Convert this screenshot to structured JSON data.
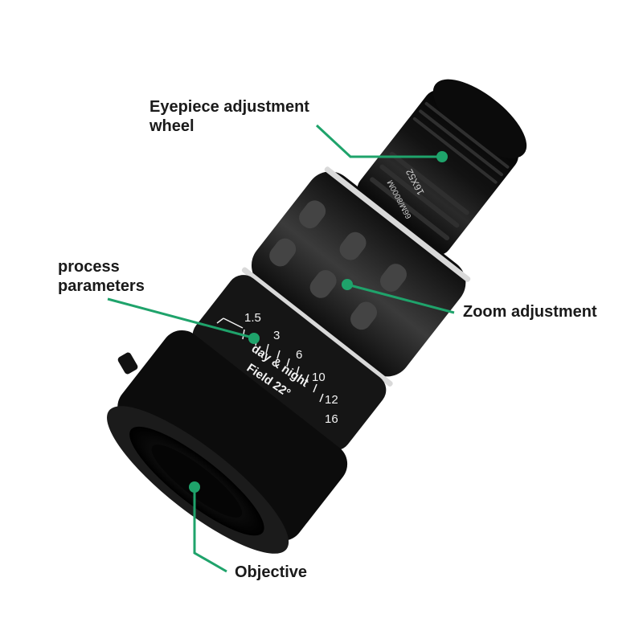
{
  "labels": {
    "eyepiece": [
      "Eyepiece adjustment",
      "wheel"
    ],
    "process": [
      "process",
      "parameters"
    ],
    "zoom": "Zoom adjustment",
    "objective": "Objective"
  },
  "device_markings": {
    "model": "16X52",
    "range": "66M/8000M",
    "scale": [
      "1.5",
      "3",
      "6",
      "10",
      "12",
      "16"
    ],
    "ring_line1": "day & night",
    "ring_line2": "Field 22°"
  },
  "colors": {
    "leader": "#1fa36b",
    "body": "#141414",
    "highlight": "#3a3a3a",
    "ring": "#d9d9d9"
  }
}
